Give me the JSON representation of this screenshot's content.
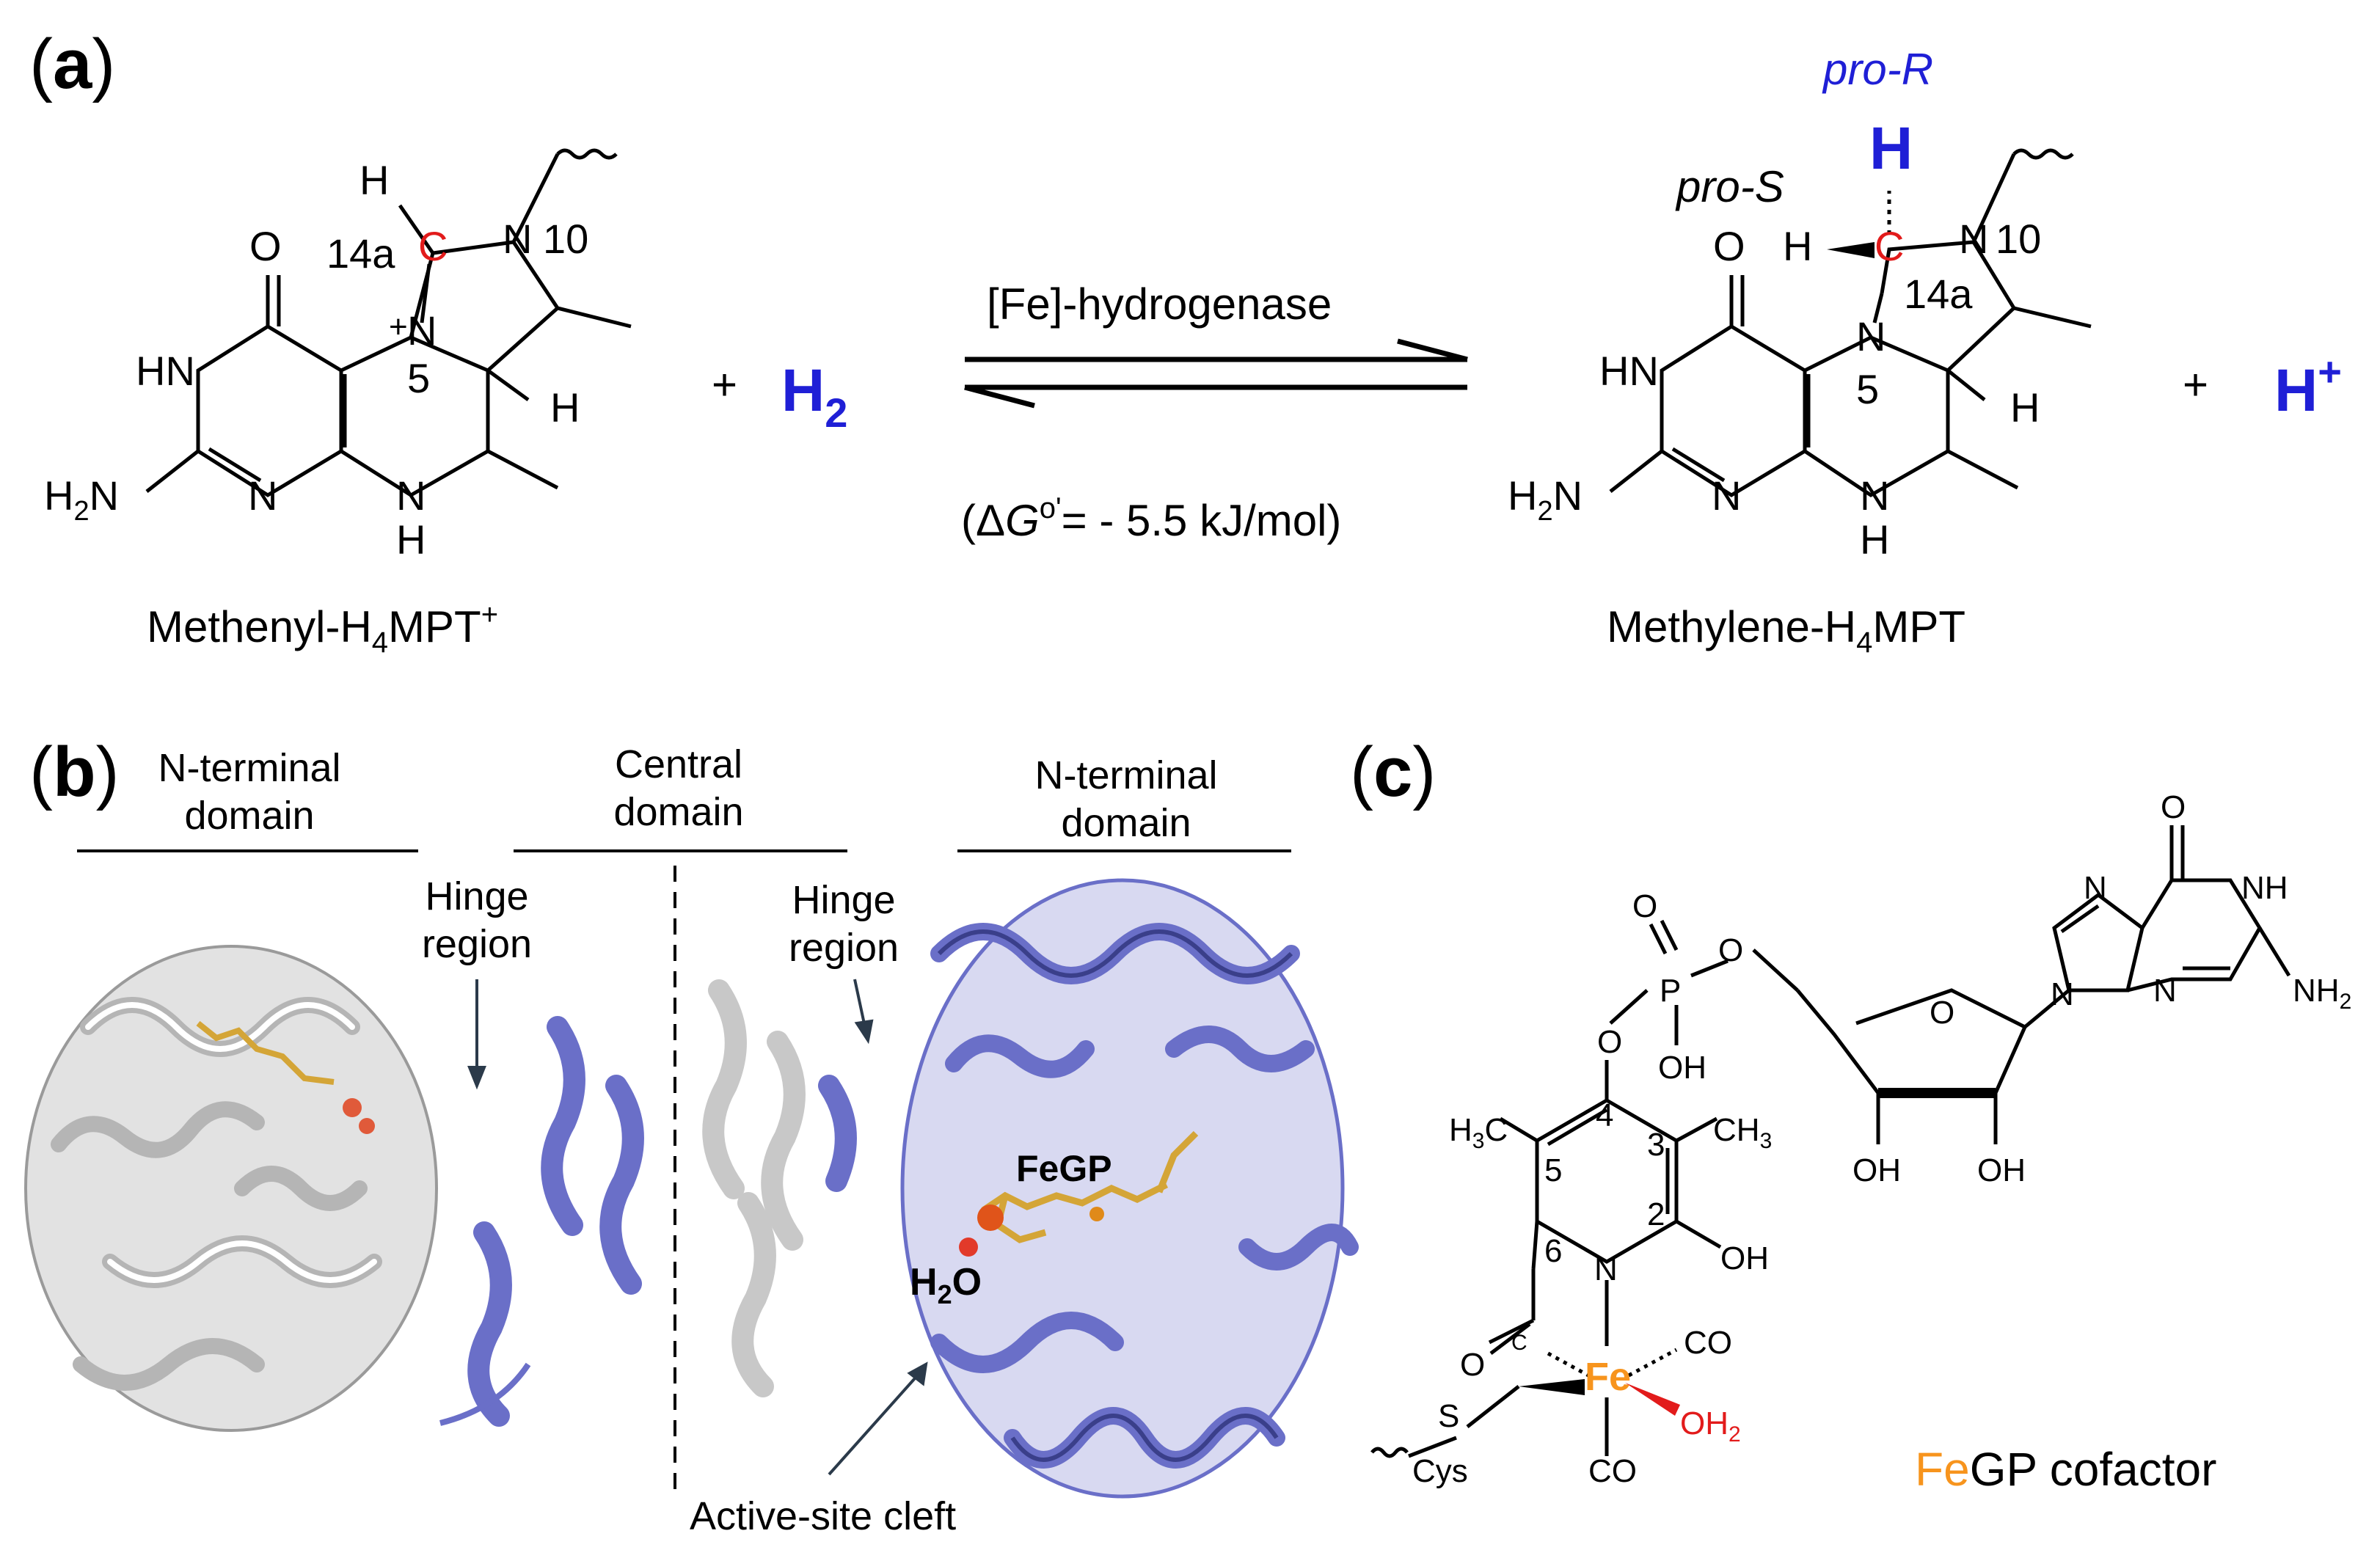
{
  "panel_a": {
    "label": "a",
    "reactant_name": "Methenyl-H",
    "reactant_sub": "4",
    "reactant_tail": "MPT",
    "reactant_sup": "+",
    "product_name": "Methylene-H",
    "product_sub": "4",
    "product_tail": "MPT",
    "h2_main": "H",
    "h2_sub": "2",
    "hplus_main": "H",
    "hplus_sup": "+",
    "plus": "+",
    "enzyme": "[Fe]-hydrogenase",
    "dg_open": "(Δ",
    "dg_g": "G",
    "dg_sup": "o'",
    "dg_rest": "= - 5.5 kJ/mol)",
    "pro_r": "pro-R",
    "pro_s": "pro-S",
    "atoms": {
      "O": "O",
      "HN": "HN",
      "H2N_H": "H",
      "H2N_2": "2",
      "H2N_N": "N",
      "N": "N",
      "NH_N": "N",
      "NH_H": "H",
      "H": "H",
      "C": "C",
      "N5": "N",
      "five": "5",
      "N10": "N",
      "ten": "10",
      "fourteen_a": "14a",
      "plus_charge": "+"
    }
  },
  "panel_b": {
    "label": "b",
    "left_domain": [
      "N-terminal",
      "domain"
    ],
    "center_domain": [
      "Central",
      "domain"
    ],
    "right_domain": [
      "N-terminal",
      "domain"
    ],
    "hinge_left": [
      "Hinge",
      "region"
    ],
    "hinge_right": [
      "Hinge",
      "region"
    ],
    "fegp": "FeGP",
    "water_h": "H",
    "water_sub": "2",
    "water_o": "O",
    "cleft": "Active-site cleft"
  },
  "panel_c": {
    "label": "c",
    "fe": "Fe",
    "gp": "GP cofactor",
    "atoms": {
      "O": "O",
      "OH": "OH",
      "P": "P",
      "NH": "NH",
      "NH2_N": "NH",
      "NH2_2": "2",
      "N": "N",
      "H3C_H": "H",
      "H3C_3": "3",
      "H3C_C": "C",
      "CH3_CH": "CH",
      "CH3_3": "3",
      "C4": "4",
      "C3": "3",
      "C5": "5",
      "C2": "2",
      "C6": "6",
      "S": "S",
      "Cys": "Cys",
      "CO": "CO",
      "OH2_OH": "OH",
      "OH2_2": "2",
      "Fe": "Fe",
      "CO_left": "O",
      "CO_left_C": "C"
    }
  },
  "colors": {
    "blue_text": "#1f1fd6",
    "red_atom": "#e21b1b",
    "orange_fe": "#f7941d",
    "protein_blue": "#6a6fc8",
    "protein_gray": "#c8c8c8",
    "protein_dark": "#8d8d8d"
  }
}
